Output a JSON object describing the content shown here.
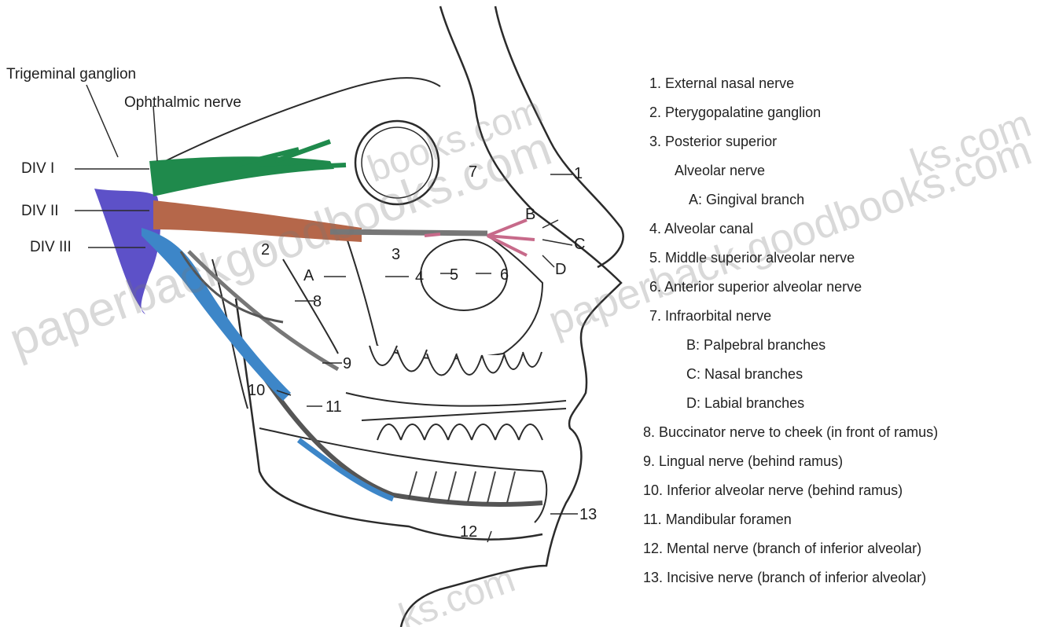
{
  "left_labels": {
    "trigeminal": "Trigeminal ganglion",
    "ophthalmic": "Ophthalmic nerve",
    "div1": "DIV I",
    "div2": "DIV II",
    "div3": "DIV III"
  },
  "point_labels": {
    "n1": "1",
    "n2": "2",
    "n3": "3",
    "n4": "4",
    "n5": "5",
    "n6": "6",
    "n7": "7",
    "n8": "8",
    "n9": "9",
    "n10": "10",
    "n11": "11",
    "n12": "12",
    "n13": "13",
    "a": "A",
    "b": "B",
    "c": "C",
    "d": "D"
  },
  "legend": [
    "1. External nasal nerve",
    "2. Pterygopalatine ganglion",
    "3. Posterior superior",
    "Alveolar nerve",
    "A:  Gingival branch",
    "4. Alveolar canal",
    "5. Middle superior alveolar nerve",
    "6. Anterior superior alveolar nerve",
    "7. Infraorbital nerve",
    "B: Palpebral branches",
    "C: Nasal branches",
    "D: Labial branches",
    "8. Buccinator nerve to cheek (in front of ramus)",
    "9. Lingual nerve (behind ramus)",
    "10. Inferior alveolar nerve (behind ramus)",
    "11. Mandibular foramen",
    "12. Mental nerve (branch of inferior alveolar)",
    "13. Incisive nerve (branch of inferior alveolar)"
  ],
  "watermarks": [
    "paperbackgoodbooks.com",
    "paperback goodbooks.com",
    "books.com",
    "ks.com",
    "ks.com"
  ],
  "colors": {
    "ophthalmic_green": "#1f8a4c",
    "maxillary_brown": "#b5674a",
    "mandibular_blue": "#3d86c8",
    "ganglion_purple": "#4b3ec2",
    "branch_pink": "#c76a8a",
    "outline": "#2b2b2b"
  }
}
